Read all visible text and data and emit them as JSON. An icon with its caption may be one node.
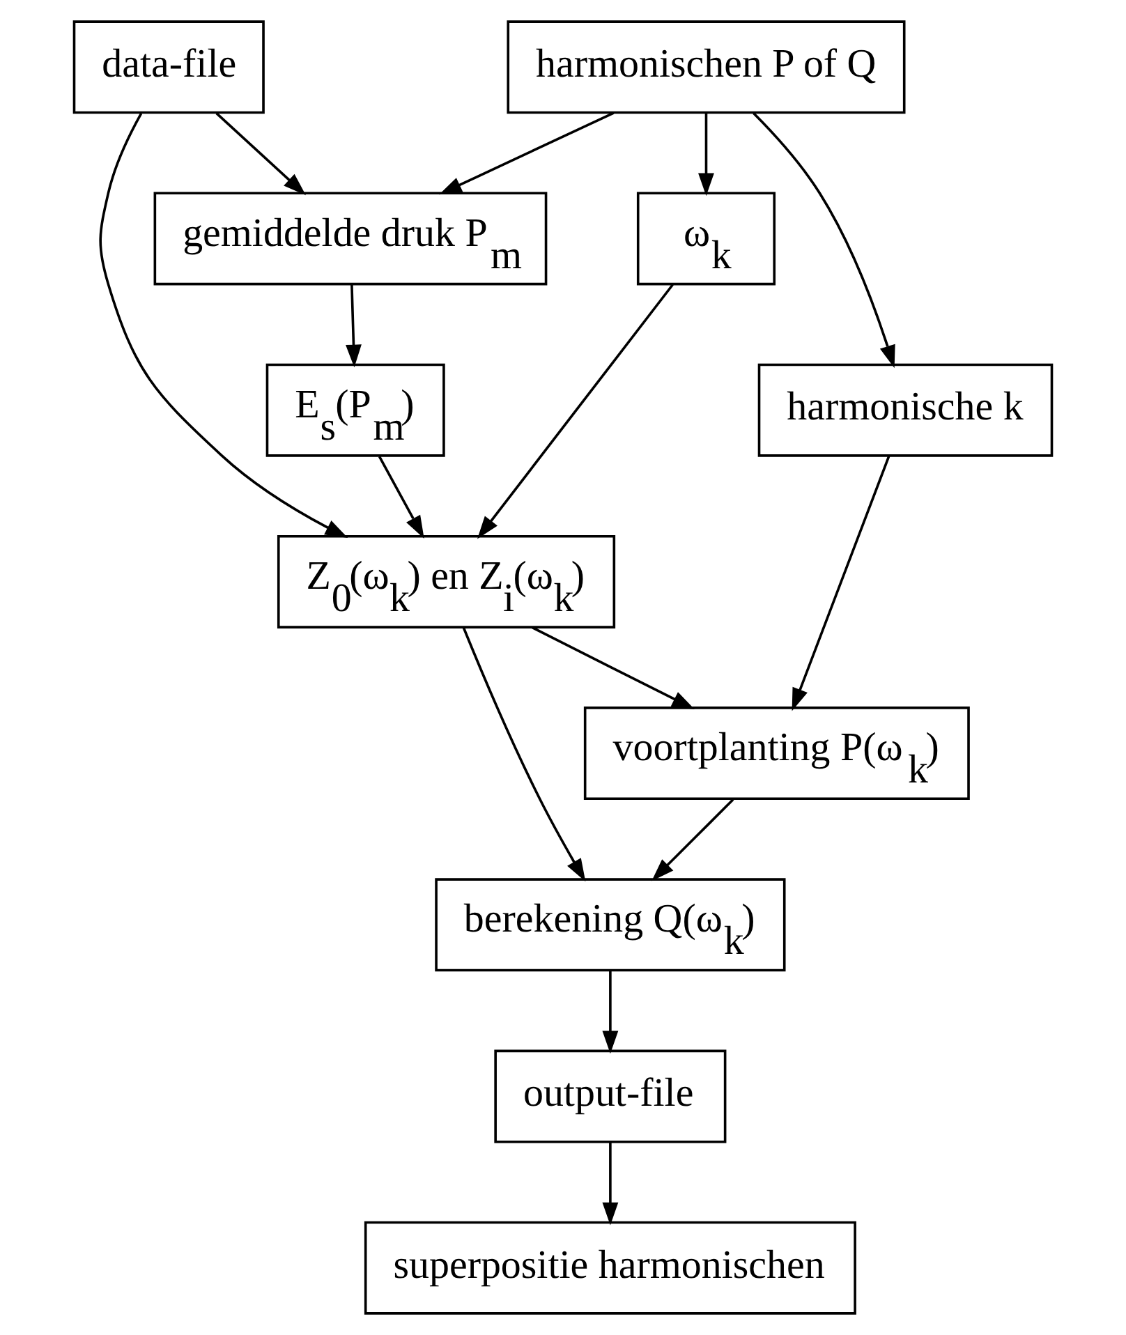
{
  "diagram": {
    "nodes": [
      {
        "text": [
          "data-file"
        ]
      },
      {
        "text": [
          "harmonischen P of Q"
        ]
      },
      {
        "text": [
          "gemiddelde druk P$_{m}$"
        ]
      },
      {
        "text": [
          "E$_{s}$(P$_{m}$)"
        ]
      },
      {
        "text": [
          "ω$_{k}$"
        ]
      },
      {
        "text": [
          "Z$_{0}$(ω$_{k}$) en Z$_{i}$(ω$_{k}$)"
        ]
      },
      {
        "text": [
          "harmonische k"
        ]
      },
      {
        "text": [
          "voortplanting P(ω$_{k}$)"
        ]
      },
      {
        "text": [
          "berekening Q(ω$_{k}$)"
        ]
      },
      {
        "text": [
          "output-file"
        ]
      },
      {
        "text": [
          "superpositie harmonischen"
        ]
      }
    ],
    "edges": [
      {
        "from": 0,
        "to": 2,
        "arrow": "to"
      },
      {
        "from": 1,
        "to": 2,
        "arrow": "to"
      },
      {
        "from": 2,
        "to": 3,
        "arrow": "to"
      },
      {
        "from": 0,
        "to": 5,
        "arrow": "to"
      },
      {
        "from": 3,
        "to": 5,
        "arrow": "to"
      },
      {
        "from": 1,
        "to": 4,
        "arrow": "to"
      },
      {
        "from": 4,
        "to": 5,
        "arrow": "to"
      },
      {
        "from": 1,
        "to": 6,
        "arrow": "to"
      },
      {
        "from": 5,
        "to": 7,
        "arrow": "to"
      },
      {
        "from": 6,
        "to": 7,
        "arrow": "to"
      },
      {
        "from": 5,
        "to": 8,
        "arrow": "to"
      },
      {
        "from": 7,
        "to": 8,
        "arrow": "to"
      },
      {
        "from": 8,
        "to": 9,
        "arrow": "to"
      },
      {
        "from": 9,
        "to": 10,
        "arrow": "to"
      }
    ]
  }
}
